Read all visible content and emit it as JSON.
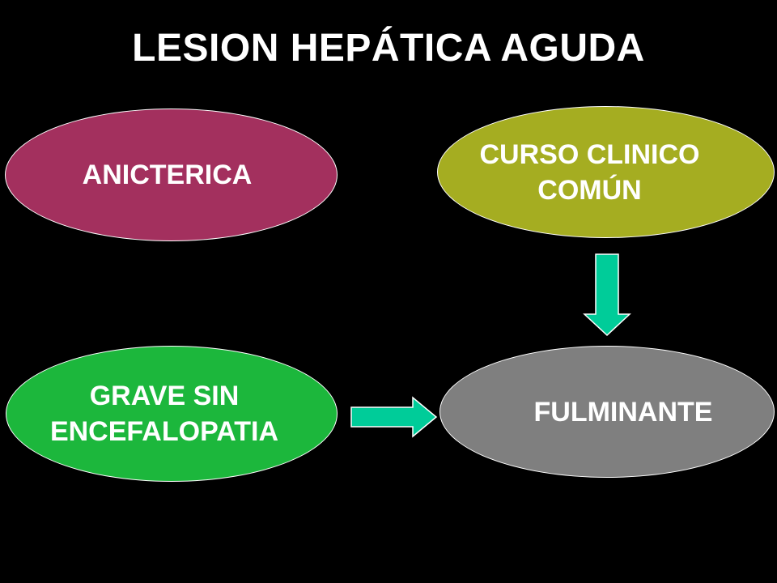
{
  "title": "LESION HEPÁTICA AGUDA",
  "nodes": {
    "anicterica": {
      "label": "ANICTERICA",
      "color": "#A3305E"
    },
    "curso": {
      "line1": "CURSO CLINICO",
      "line2": "COMÚN",
      "color": "#A5AD21"
    },
    "grave": {
      "line1": "GRAVE SIN",
      "line2": "ENCEFALOPATIA",
      "color": "#1CB73C"
    },
    "fulminante": {
      "label": "FULMINANTE",
      "color": "#7F7F7F"
    }
  },
  "edges": [
    {
      "from": "CURSO CLINICO COMÚN",
      "to": "FULMINANTE",
      "direction": "down"
    },
    {
      "from": "GRAVE SIN ENCEFALOPATIA",
      "to": "FULMINANTE",
      "direction": "right"
    }
  ],
  "colors": {
    "background": "#000000",
    "text": "#FFFFFF",
    "arrow": "#00CC99",
    "arrow_outline": "#FFFFFF"
  }
}
